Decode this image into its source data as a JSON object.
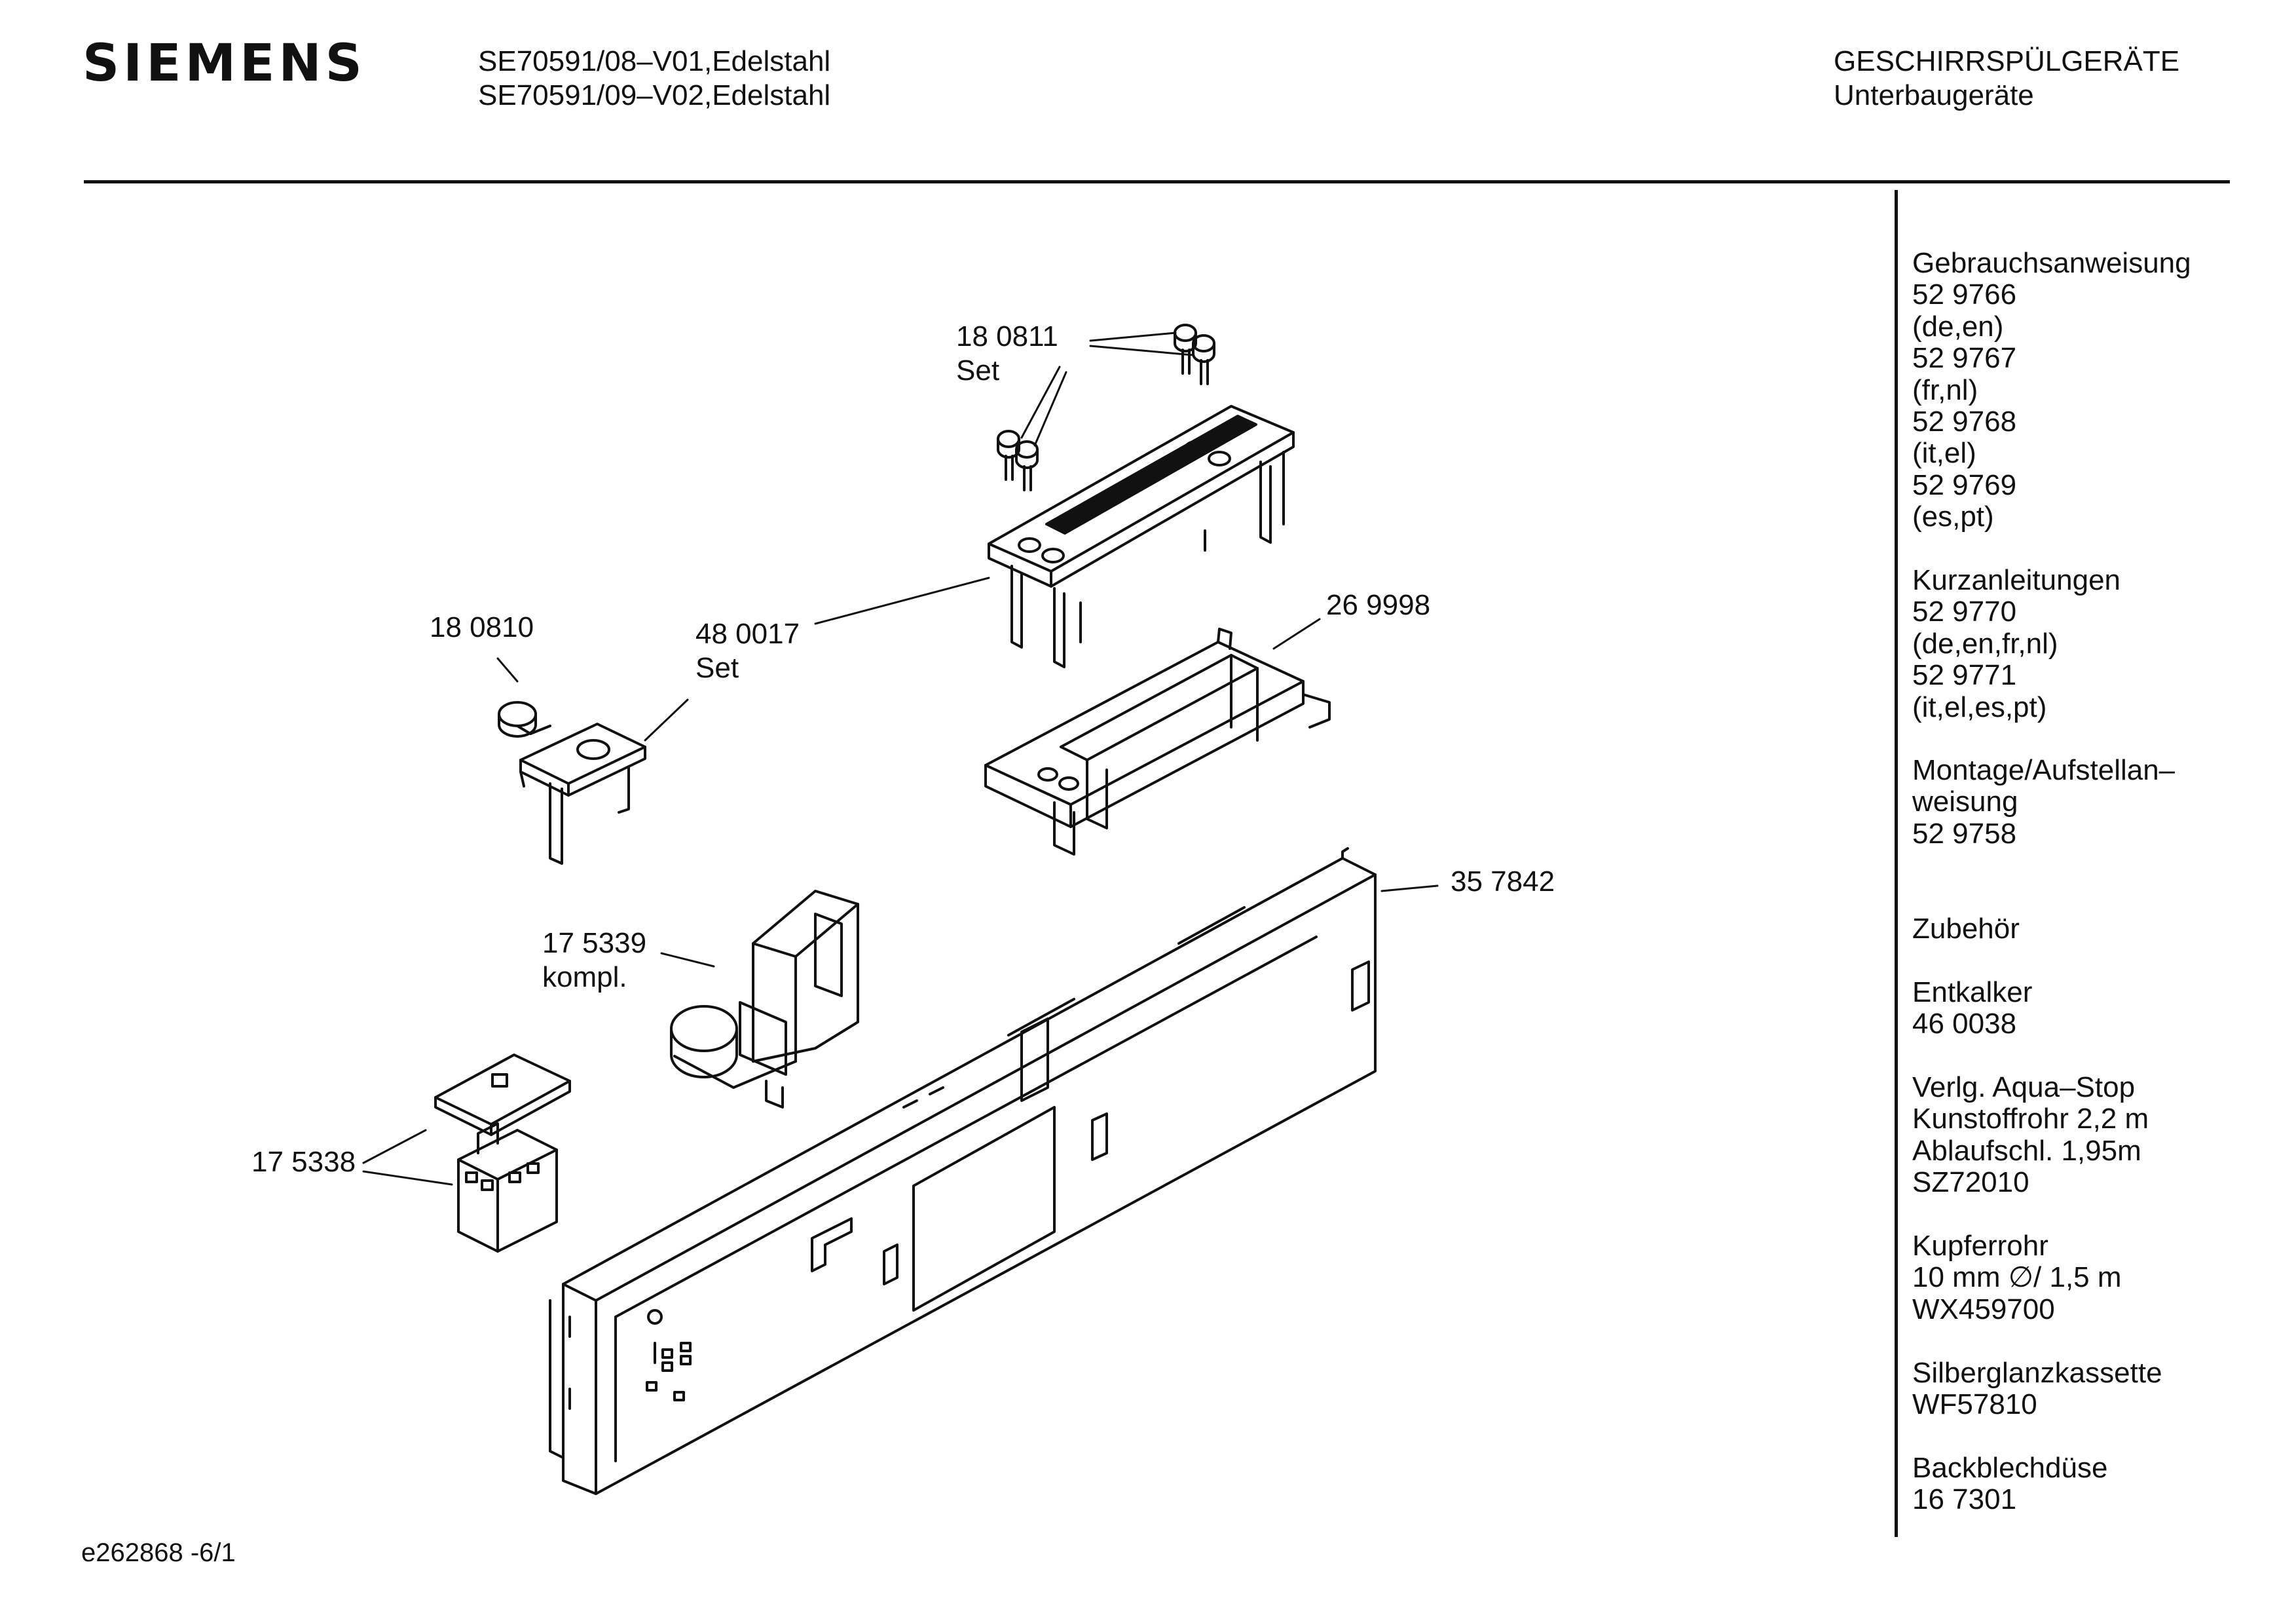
{
  "header": {
    "brand": "SIEMENS",
    "models": [
      "SE70591/08–V01,Edelstahl",
      "SE70591/09–V02,Edelstahl"
    ],
    "category": "GESCHIRRSPÜLGERÄTE",
    "subcategory": "Unterbaugeräte"
  },
  "sidebar": {
    "groups": [
      {
        "lines": [
          "Gebrauchsanweisung",
          "52 9766",
          "(de,en)",
          "52 9767",
          "(fr,nl)",
          "52 9768",
          "(it,el)",
          "52 9769",
          "(es,pt)"
        ]
      },
      {
        "lines": [
          "Kurzanleitungen",
          "52 9770",
          "(de,en,fr,nl)",
          "52 9771",
          "(it,el,es,pt)"
        ]
      },
      {
        "lines": [
          "Montage/Aufstellan–",
          "weisung",
          "52 9758"
        ]
      },
      {
        "lines": [
          "Zubehör"
        ]
      },
      {
        "lines": [
          "Entkalker",
          "46 0038"
        ]
      },
      {
        "lines": [
          "Verlg. Aqua–Stop",
          "Kunstoffrohr 2,2 m",
          "Ablaufschl. 1,95m",
          "SZ72010"
        ]
      },
      {
        "lines": [
          "Kupferrohr",
          "10 mm ∅/ 1,5 m",
          "WX459700"
        ]
      },
      {
        "lines": [
          "Silberglanzkassette",
          "WF57810"
        ]
      },
      {
        "lines": [
          "Backblechdüse",
          "16 7301"
        ]
      }
    ]
  },
  "callouts": {
    "c180811": {
      "number": "18 0811",
      "note": "Set"
    },
    "c480017": {
      "number": "48 0017",
      "note": "Set"
    },
    "c180810": {
      "number": "18 0810"
    },
    "c269998": {
      "number": "26 9998"
    },
    "c357842": {
      "number": "35 7842"
    },
    "c175339": {
      "number": "17 5339",
      "note": "kompl."
    },
    "c175338": {
      "number": "17 5338"
    }
  },
  "footer": {
    "code": "e262868 -6/1"
  }
}
